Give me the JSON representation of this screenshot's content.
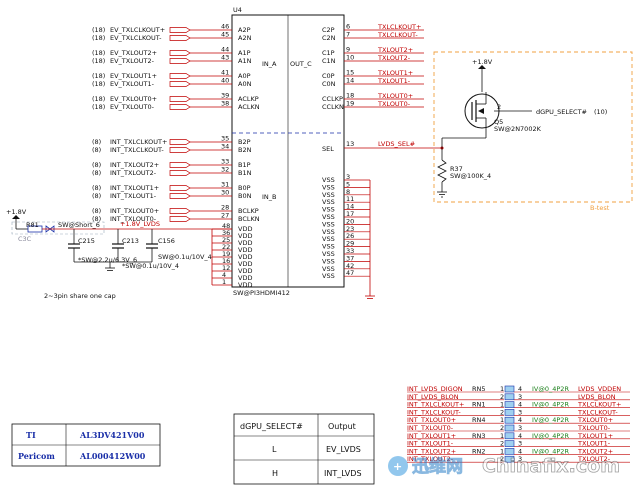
{
  "chip": {
    "ref": "U4",
    "part": "SW@PI3HDMI412",
    "group_a": "IN_A",
    "group_b": "IN_B",
    "group_c": "OUT_C",
    "sel_pin": "SEL",
    "sel_pin_num": "13",
    "sel_net": "LVDS_SEL#"
  },
  "a_inputs": [
    {
      "page": "(18)",
      "net": "EV_TXLCLKOUT+",
      "num": "46",
      "pin": "A2P"
    },
    {
      "page": "(18)",
      "net": "EV_TXLCLKOUT-",
      "num": "45",
      "pin": "A2N"
    },
    {
      "page": "(18)",
      "net": "EV_TXLOUT2+",
      "num": "44",
      "pin": "A1P"
    },
    {
      "page": "(18)",
      "net": "EV_TXLOUT2-",
      "num": "43",
      "pin": "A1N"
    },
    {
      "page": "(18)",
      "net": "EV_TXLOUT1+",
      "num": "41",
      "pin": "A0P"
    },
    {
      "page": "(18)",
      "net": "EV_TXLOUT1-",
      "num": "40",
      "pin": "A0N"
    },
    {
      "page": "(18)",
      "net": "EV_TXLOUT0+",
      "num": "39",
      "pin": "ACLKP"
    },
    {
      "page": "(18)",
      "net": "EV_TXLOUT0-",
      "num": "38",
      "pin": "ACLKN"
    }
  ],
  "b_inputs": [
    {
      "page": "(8)",
      "net": "INT_TXLCLKOUT+",
      "num": "35",
      "pin": "B2P"
    },
    {
      "page": "(8)",
      "net": "INT_TXLCLKOUT-",
      "num": "34",
      "pin": "B2N"
    },
    {
      "page": "(8)",
      "net": "INT_TXLOUT2+",
      "num": "33",
      "pin": "B1P"
    },
    {
      "page": "(8)",
      "net": "INT_TXLOUT2-",
      "num": "32",
      "pin": "B1N"
    },
    {
      "page": "(8)",
      "net": "INT_TXLOUT1+",
      "num": "31",
      "pin": "B0P"
    },
    {
      "page": "(8)",
      "net": "INT_TXLOUT1-",
      "num": "30",
      "pin": "B0N"
    },
    {
      "page": "(8)",
      "net": "INT_TXLOUT0+",
      "num": "28",
      "pin": "BCLKP"
    },
    {
      "page": "(8)",
      "net": "INT_TXLOUT0-",
      "num": "27",
      "pin": "BCLKN"
    }
  ],
  "vdd_pins": {
    "pin": "VDD",
    "nums": [
      "48",
      "36",
      "25",
      "22",
      "19",
      "16",
      "12",
      "4",
      "1"
    ]
  },
  "outputs": [
    {
      "pin": "C2P",
      "num": "6",
      "net": "TXLCLKOUT+"
    },
    {
      "pin": "C2N",
      "num": "7",
      "net": "TXLCLKOUT-"
    },
    {
      "pin": "C1P",
      "num": "9",
      "net": "TXLOUT2+"
    },
    {
      "pin": "C1N",
      "num": "10",
      "net": "TXLOUT2-"
    },
    {
      "pin": "C0P",
      "num": "15",
      "net": "TXLOUT1+"
    },
    {
      "pin": "C0N",
      "num": "14",
      "net": "TXLOUT1-"
    },
    {
      "pin": "CCLKP",
      "num": "18",
      "net": "TXLOUT0+"
    },
    {
      "pin": "CCLKN",
      "num": "19",
      "net": "TXLOUT0-"
    }
  ],
  "vss_pins": {
    "pin": "VSS",
    "nums": [
      "3",
      "5",
      "8",
      "11",
      "14",
      "17",
      "20",
      "23",
      "26",
      "29",
      "33",
      "37",
      "42",
      "47"
    ]
  },
  "power": {
    "rail_left": "+1.8V",
    "rail_right": "+1.8V",
    "lvds_net": "+1.8V_LVDS",
    "r81": "R81",
    "r81_value": "SW@Short_6",
    "c3c": "C3C",
    "c215": "C215",
    "c215_value": "*SW@2.2u/6.3V_6",
    "c213": "C213",
    "c213_value": "*SW@0.1u/10V_4",
    "c156": "C156",
    "c156_value": "SW@0.1u/10V_4",
    "note": "2~3pin share one cap"
  },
  "select": {
    "q5": "Q5",
    "q5_value": "SW@2N7002K",
    "net": "dGPU_SELECT#",
    "page": "(10)",
    "gate_pin": "2",
    "r37": "R37",
    "r37_value": "SW@100K_4",
    "box_label": "B-test"
  },
  "vendor_table": [
    {
      "vendor": "TI",
      "part": "AL3DV421V00"
    },
    {
      "vendor": "Pericom",
      "part": "AL000412W00"
    }
  ],
  "truth_table": {
    "headers": [
      "dGPU_SELECT#",
      "Output"
    ],
    "rows": [
      {
        "sel": "L",
        "out": "EV_LVDS"
      },
      {
        "sel": "H",
        "out": "INT_LVDS"
      }
    ]
  },
  "resistor_networks": [
    {
      "left": "INT_LVDS_DIGON",
      "ref": "RN5",
      "value": "IV@0_4P2R",
      "right": "LVDS_VDDEN"
    },
    {
      "left": "INT_LVDS_BLON",
      "ref": "",
      "value": "",
      "right": "LVDS_BLON"
    },
    {
      "left": "INT_TXLCLKOUT+",
      "ref": "RN1",
      "value": "IV@0_4P2R",
      "right": "TXLCLKOUT+"
    },
    {
      "left": "INT_TXLCLKOUT-",
      "ref": "",
      "value": "",
      "right": "TXLCLKOUT-"
    },
    {
      "left": "INT_TXLOUT0+",
      "ref": "RN4",
      "value": "IV@0_4P2R",
      "right": "TXLOUT0+"
    },
    {
      "left": "INT_TXLOUT0-",
      "ref": "",
      "value": "",
      "right": "TXLOUT0-"
    },
    {
      "left": "INT_TXLOUT1+",
      "ref": "RN3",
      "value": "IV@0_4P2R",
      "right": "TXLOUT1+"
    },
    {
      "left": "INT_TXLOUT1-",
      "ref": "",
      "value": "",
      "right": "TXLOUT1-"
    },
    {
      "left": "INT_TXLOUT2+",
      "ref": "RN2",
      "value": "IV@0_4P2R",
      "right": "TXLOUT2+"
    },
    {
      "left": "INT_TXLOUT2-",
      "ref": "",
      "value": "",
      "right": "TXLOUT2-"
    }
  ],
  "watermark": {
    "brand_cn": "迅维网",
    "brand_en": "Chinafix.com"
  },
  "colors": {
    "net_red": "#c00000",
    "wire": "#c00000",
    "part_green": "#1a7f1a",
    "dash_box": "#f0a040",
    "pin_blue": "#1a2fa8"
  }
}
